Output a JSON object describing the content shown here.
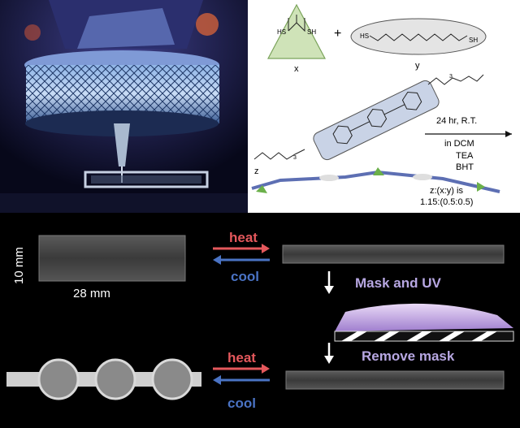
{
  "scheme": {
    "labels": {
      "x": "x",
      "y": "y",
      "z": "z"
    },
    "thiol": "SH",
    "thiol_left": "HS",
    "plus": "+",
    "subscript": "3",
    "conditions": [
      "24 hr, R.T.",
      "in DCM",
      "TEA",
      "BHT"
    ],
    "ratio": [
      "z:(x:y) is",
      "1.15:(0.5:0.5)"
    ]
  },
  "demo": {
    "dim_width": "28 mm",
    "dim_height": "10 mm",
    "heat": "heat",
    "cool": "cool",
    "mask_uv": "Mask and UV",
    "remove_mask": "Remove mask"
  },
  "colors": {
    "heat": "#e4585c",
    "cool": "#4a73c4",
    "mask_text": "#b7a7e2",
    "triangle_fill": "#cfe3b8",
    "mesogen_fill": "#c9d3e6"
  }
}
